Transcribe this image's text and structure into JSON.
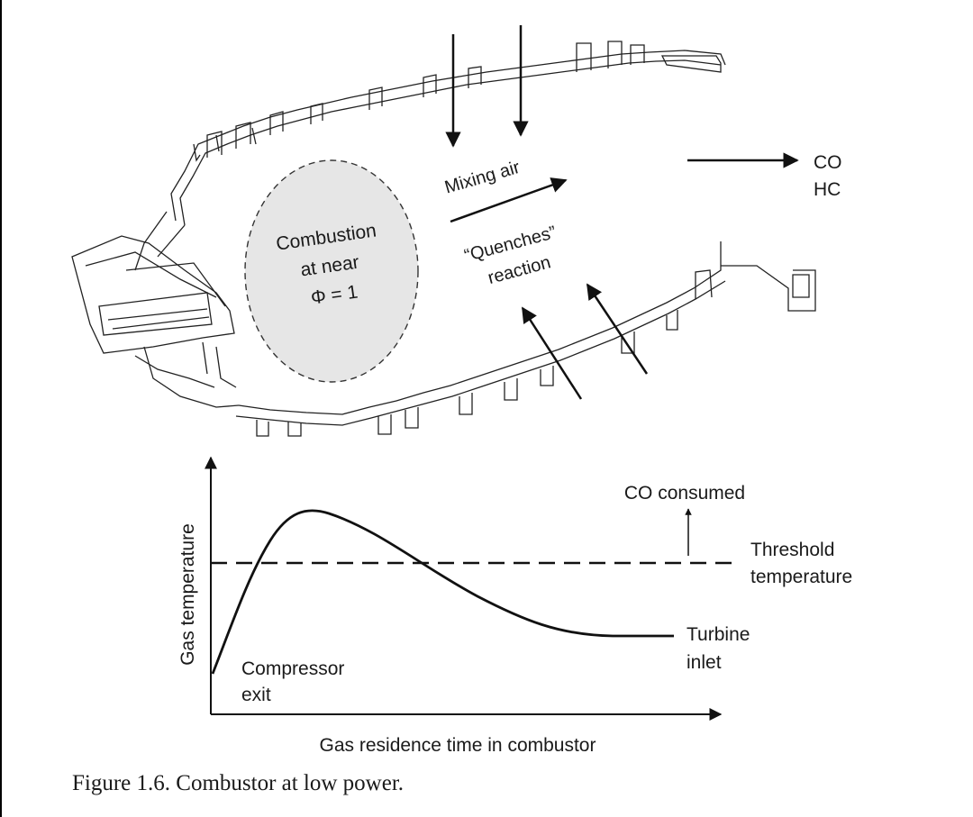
{
  "diagram": {
    "combustion_zone": {
      "line1": "Combustion",
      "line2": "at near",
      "line3": "Φ = 1"
    },
    "mixing_air_label": "Mixing air",
    "quenches_line1": "“Quenches”",
    "quenches_line2": "reaction",
    "exhaust_line1": "CO",
    "exhaust_line2": "HC"
  },
  "plot": {
    "ylabel": "Gas temperature",
    "xlabel": "Gas residence time in combustor",
    "start_label_line1": "Compressor",
    "start_label_line2": "exit",
    "end_label_line1": "Turbine",
    "end_label_line2": "inlet",
    "threshold_line1": "Threshold",
    "threshold_line2": "temperature",
    "co_consumed": "CO consumed"
  },
  "caption": "Figure 1.6.  Combustor at low power."
}
